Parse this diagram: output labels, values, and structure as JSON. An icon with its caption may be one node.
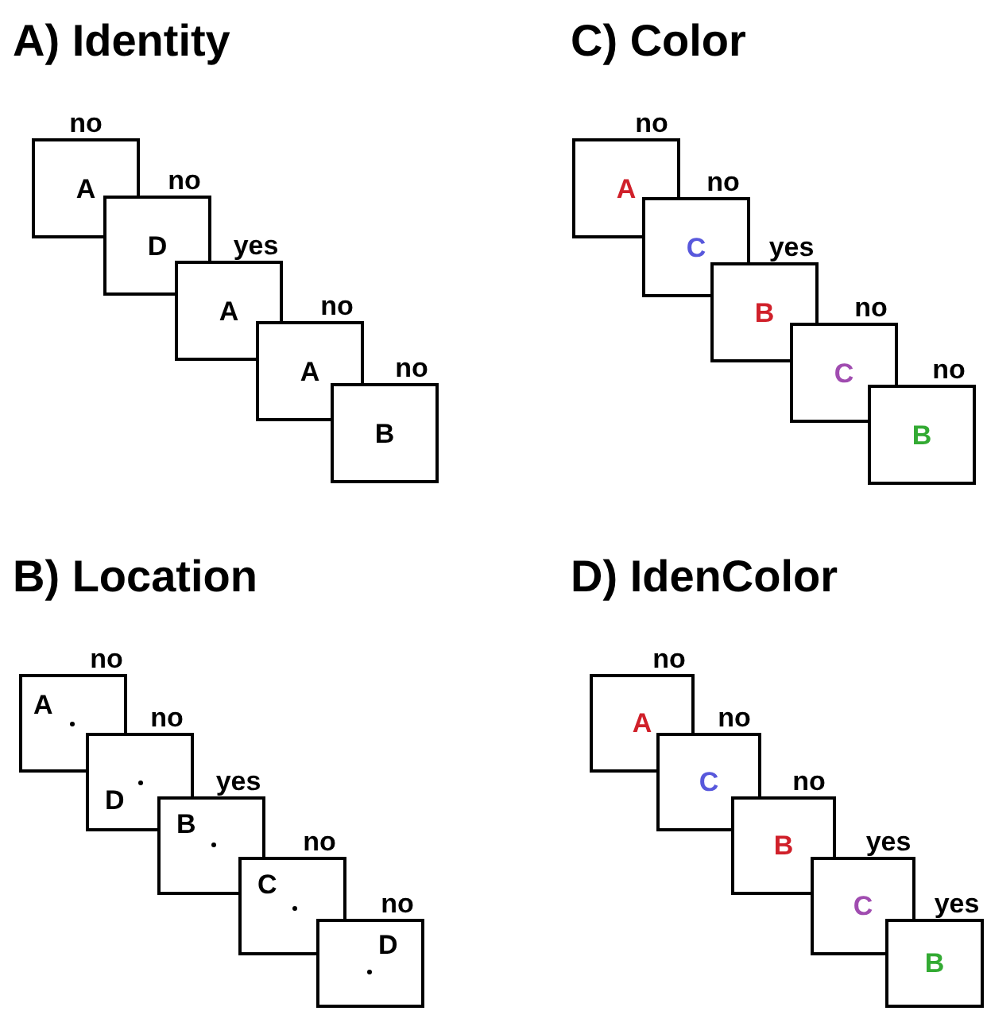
{
  "diagram": {
    "nodes": [
      {
        "text": [
          "A"
        ],
        "beside": [
          "no"
        ]
      },
      {
        "text": [
          "D"
        ],
        "beside": [
          "no"
        ]
      },
      {
        "text": [
          "A"
        ],
        "beside": [
          "yes"
        ]
      },
      {
        "text": [
          "A"
        ],
        "beside": [
          "no"
        ]
      },
      {
        "text": [
          "B"
        ],
        "beside": [
          "no"
        ]
      },
      {
        "text": [
          "A"
        ],
        "beside": [
          "no"
        ]
      },
      {
        "text": [
          "C"
        ],
        "beside": [
          "no"
        ]
      },
      {
        "text": [
          "B"
        ],
        "beside": [
          "yes"
        ]
      },
      {
        "text": [
          "C"
        ],
        "beside": [
          "no"
        ]
      },
      {
        "text": [
          "B"
        ],
        "beside": [
          "no"
        ]
      },
      {
        "text": [
          "A"
        ],
        "beside": [
          "no"
        ]
      },
      {
        "text": [
          "D"
        ],
        "beside": [
          "no"
        ]
      },
      {
        "text": [
          "B"
        ],
        "beside": [
          "yes"
        ]
      },
      {
        "text": [
          "C"
        ],
        "beside": [
          "no"
        ]
      },
      {
        "text": [
          "D"
        ],
        "beside": [
          "no"
        ]
      },
      {
        "text": [
          "A"
        ],
        "beside": [
          "no"
        ]
      },
      {
        "text": [
          "C"
        ],
        "beside": [
          "no"
        ]
      },
      {
        "text": [
          "B"
        ],
        "beside": [
          "no"
        ]
      },
      {
        "text": [
          "C"
        ],
        "beside": [
          "yes"
        ]
      },
      {
        "text": [
          "B"
        ],
        "beside": [
          "yes"
        ]
      }
    ],
    "labels": [
      "A) Identity",
      "C) Color",
      "B) Location",
      "D) IdenColor"
    ]
  }
}
